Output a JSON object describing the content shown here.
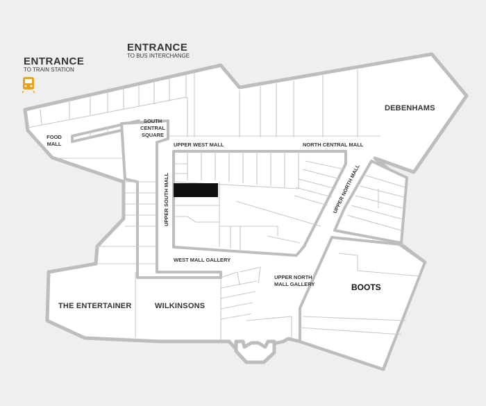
{
  "entrances": {
    "train": {
      "title": "ENTRANCE",
      "subtitle": "TO TRAIN STATION",
      "icon": "train-icon"
    },
    "bus": {
      "title": "ENTRANCE",
      "subtitle": "TO BUS INTERCHANGE"
    }
  },
  "areas": {
    "food_mall": [
      "FOOD",
      "MALL"
    ],
    "south_central_square": [
      "SOUTH",
      "CENTRAL",
      "SQUARE"
    ],
    "upper_west_mall": "UPPER WEST MALL",
    "north_central_mall": "NORTH CENTRAL MALL",
    "upper_south_mall": "UPPER SOUTH MALL",
    "upper_north_mall": "UPPER NORTH MALL",
    "west_mall_gallery": "WEST MALL GALLERY",
    "upper_north_mall_gallery": [
      "UPPER NORTH",
      "MALL GALLERY"
    ]
  },
  "stores": {
    "debenhams": "DEBENHAMS",
    "the_entertainer": "THE ENTERTAINER",
    "wilkinsons": "WILKINSONS",
    "boots": "BOOTS"
  },
  "colors": {
    "background": "#efefef",
    "wall": "#bdbdbd",
    "unit": "#ffffff",
    "highlight": "#111111",
    "train_icon": "#e8a317"
  }
}
